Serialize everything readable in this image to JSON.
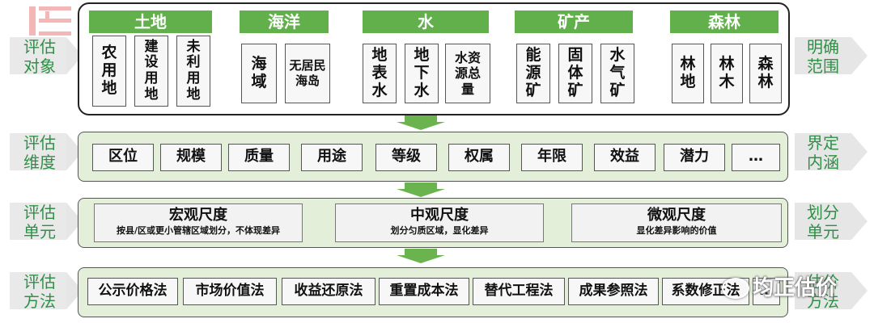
{
  "left_labels": [
    {
      "l1": "评估",
      "l2": "对象"
    },
    {
      "l1": "评估",
      "l2": "维度"
    },
    {
      "l1": "评估",
      "l2": "单元"
    },
    {
      "l1": "评估",
      "l2": "方法"
    }
  ],
  "right_labels": [
    {
      "l1": "明确",
      "l2": "范围"
    },
    {
      "l1": "界定",
      "l2": "内涵"
    },
    {
      "l1": "划分",
      "l2": "单元"
    },
    {
      "l1": "估价",
      "l2": "方法"
    }
  ],
  "objects": [
    {
      "title": "土地",
      "items": [
        "农用地",
        "建设用地",
        "未利用地"
      ]
    },
    {
      "title": "海洋",
      "items": [
        "海域",
        "无居民海岛"
      ]
    },
    {
      "title": "水",
      "items": [
        "地表水",
        "地下水",
        "水资源总量"
      ]
    },
    {
      "title": "矿产",
      "items": [
        "能源矿",
        "固体矿",
        "水气矿"
      ]
    },
    {
      "title": "森林",
      "items": [
        "林地",
        "林木",
        "森林"
      ]
    }
  ],
  "dimensions": [
    "区位",
    "规模",
    "质量",
    "用途",
    "等级",
    "权属",
    "年限",
    "效益",
    "潜力",
    "…"
  ],
  "units": [
    {
      "title": "宏观尺度",
      "sub": "按县/区或更小管辖区域划分，不体现差异"
    },
    {
      "title": "中观尺度",
      "sub": "划分匀质区域，显化差异"
    },
    {
      "title": "微观尺度",
      "sub": "显化差异影响的价值"
    }
  ],
  "methods": [
    "公示价格法",
    "市场价值法",
    "收益还原法",
    "重置成本法",
    "替代工程法",
    "成果参照法",
    "系数修正法",
    "…"
  ],
  "watermark": "均正估价",
  "colors": {
    "green": "#62b04b",
    "label_green": "#2f8f46",
    "panel_green": "#e3efd9"
  }
}
